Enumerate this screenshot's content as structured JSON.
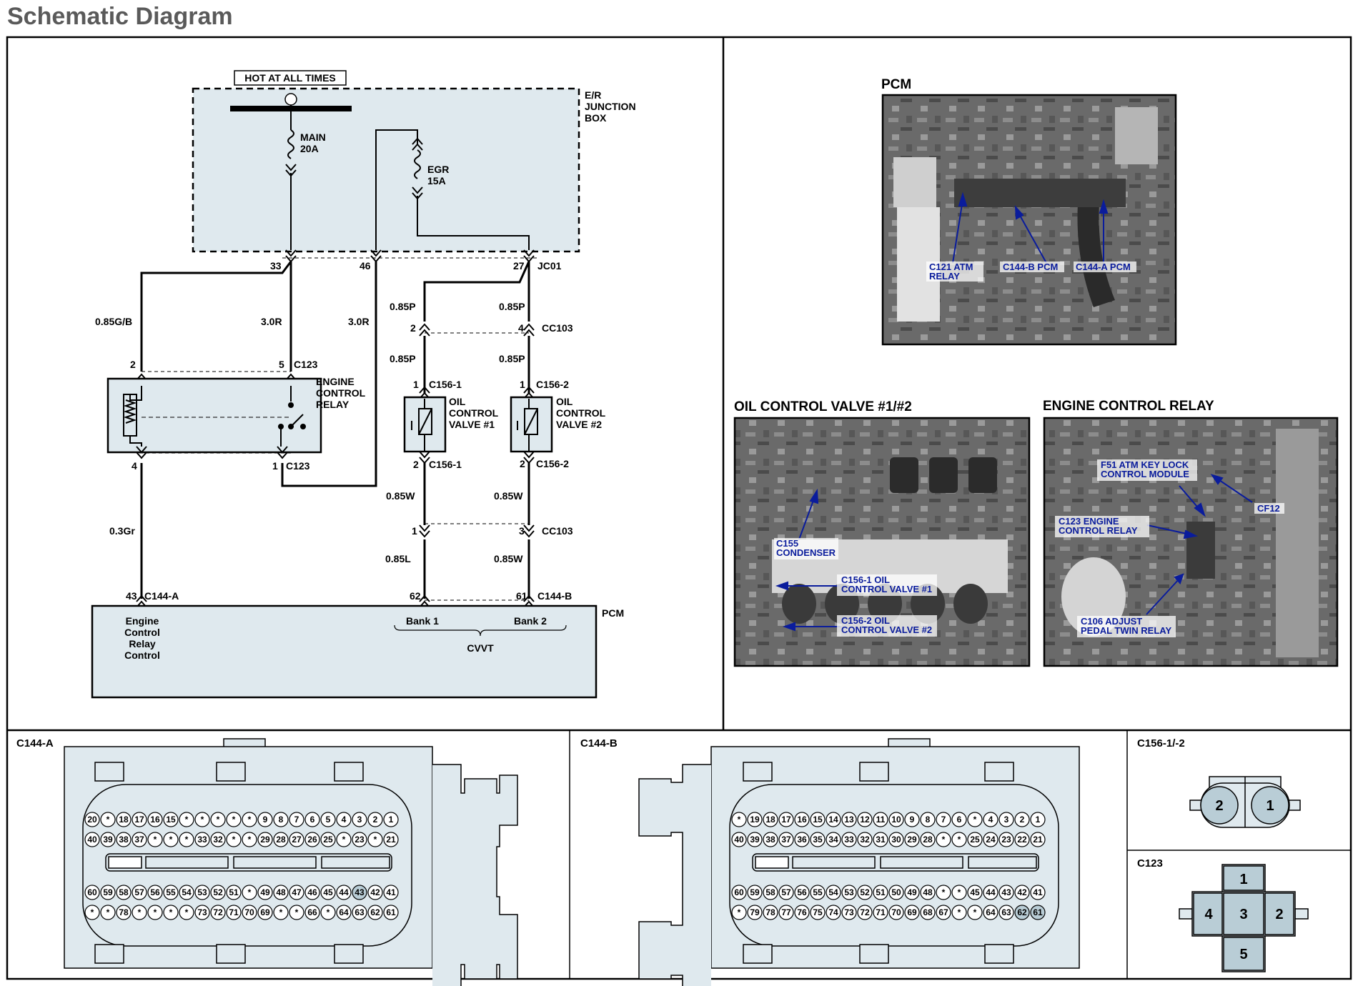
{
  "page": {
    "title": "Schematic Diagram"
  },
  "schematic": {
    "hot_at_all_times": "HOT AT ALL TIMES",
    "junction_box": [
      "E/R",
      "JUNCTION",
      "BOX"
    ],
    "main_fuse": [
      "MAIN",
      "20A"
    ],
    "egr_fuse": [
      "EGR",
      "15A"
    ],
    "jb_pins": {
      "p33": "33",
      "p46": "46",
      "p27": "27",
      "jc01": "JC01"
    },
    "wires": {
      "w_085gb": "0.85G/B",
      "w_30r_a": "3.0R",
      "w_30r_b": "3.0R",
      "w_085p_1": "0.85P",
      "w_085p_2": "0.85P",
      "w_085p_3": "0.85P",
      "w_085p_4": "0.85P",
      "w_03gr": "0.3Gr",
      "w_085w_1": "0.85W",
      "w_085w_2": "0.85W",
      "w_085w_3": "0.85W",
      "w_085l": "0.85L"
    },
    "relay": {
      "label": [
        "ENGINE",
        "CONTROL",
        "RELAY"
      ],
      "pin2": "2",
      "pin5": "5",
      "pin4": "4",
      "pin1": "1",
      "conn_top": "C123",
      "conn_bottom": "C123"
    },
    "cc103_top": {
      "pin2": "2",
      "pin4": "4",
      "name": "CC103"
    },
    "cc103_bottom": {
      "pin1": "1",
      "pin3": "3",
      "name": "CC103"
    },
    "ocv1": {
      "pin_top": "1",
      "conn_top": "C156-1",
      "label": [
        "OIL",
        "CONTROL",
        "VALVE #1"
      ],
      "pin_bottom": "2",
      "conn_bottom": "C156-1"
    },
    "ocv2": {
      "pin_top": "1",
      "conn_top": "C156-2",
      "label": [
        "OIL",
        "CONTROL",
        "VALVE #2"
      ],
      "pin_bottom": "2",
      "conn_bottom": "C156-2"
    },
    "pcm": {
      "label": "PCM",
      "pin43": "43",
      "conn_a": "C144-A",
      "pin62": "62",
      "pin61": "61",
      "conn_b": "C144-B",
      "ecr_control": [
        "Engine",
        "Control",
        "Relay",
        "Control"
      ],
      "bank1": "Bank 1",
      "bank2": "Bank 2",
      "cvvt": "CVVT"
    }
  },
  "photos": {
    "pcm": {
      "title": "PCM",
      "callouts": [
        "C121 ATM",
        "RELAY",
        "C144-B PCM",
        "C144-A PCM"
      ]
    },
    "ocv": {
      "title": "OIL CONTROL VALVE #1/#2",
      "callouts": [
        "C155",
        "CONDENSER",
        "C156-1 OIL",
        "CONTROL VALVE #1",
        "C156-2  OIL",
        "CONTROL VALVE #2"
      ]
    },
    "ecr": {
      "title": "ENGINE CONTROL RELAY",
      "callouts": [
        "F51 ATM KEY LOCK",
        "CONTROL MODULE",
        "CF12",
        "C123 ENGINE",
        "CONTROL RELAY",
        "C106 ADJUST",
        "PEDAL TWIN RELAY"
      ]
    }
  },
  "connectors": {
    "c144a": {
      "name": "C144-A",
      "rows": [
        [
          "20",
          "*",
          "18",
          "17",
          "16",
          "15",
          "*",
          "*",
          "*",
          "*",
          "*",
          "9",
          "8",
          "7",
          "6",
          "5",
          "4",
          "3",
          "2",
          "1"
        ],
        [
          "40",
          "39",
          "38",
          "37",
          "*",
          "*",
          "*",
          "33",
          "32",
          "*",
          "*",
          "29",
          "28",
          "27",
          "26",
          "25",
          "*",
          "23",
          "*",
          "21"
        ],
        [
          "60",
          "59",
          "58",
          "57",
          "56",
          "55",
          "54",
          "53",
          "52",
          "51",
          "*",
          "49",
          "48",
          "47",
          "46",
          "45",
          "44",
          "43",
          "42",
          "41"
        ],
        [
          "*",
          "*",
          "78",
          "*",
          "*",
          "*",
          "*",
          "73",
          "72",
          "71",
          "70",
          "69",
          "*",
          "*",
          "66",
          "*",
          "64",
          "63",
          "62",
          "61"
        ]
      ],
      "highlight": [
        "43"
      ]
    },
    "c144b": {
      "name": "C144-B",
      "rows": [
        [
          "*",
          "19",
          "18",
          "17",
          "16",
          "15",
          "14",
          "13",
          "12",
          "11",
          "10",
          "9",
          "8",
          "7",
          "6",
          "*",
          "4",
          "3",
          "2",
          "1"
        ],
        [
          "40",
          "39",
          "38",
          "37",
          "36",
          "35",
          "34",
          "33",
          "32",
          "31",
          "30",
          "29",
          "28",
          "*",
          "*",
          "25",
          "24",
          "23",
          "22",
          "21"
        ],
        [
          "60",
          "59",
          "58",
          "57",
          "56",
          "55",
          "54",
          "53",
          "52",
          "51",
          "50",
          "49",
          "48",
          "*",
          "*",
          "45",
          "44",
          "43",
          "42",
          "41"
        ],
        [
          "*",
          "79",
          "78",
          "77",
          "76",
          "75",
          "74",
          "73",
          "72",
          "71",
          "70",
          "69",
          "68",
          "67",
          "*",
          "*",
          "64",
          "63",
          "62",
          "61"
        ]
      ],
      "highlight": [
        "62",
        "61"
      ]
    },
    "c156": {
      "name": "C156-1/-2",
      "pins": [
        "2",
        "1"
      ]
    },
    "c123": {
      "name": "C123",
      "pins": [
        "1",
        "4",
        "3",
        "2",
        "5"
      ]
    }
  },
  "colors": {
    "panel_fill": "#dfe9ee",
    "callout_blue": "#0a1c9c",
    "pin_highlight": "#b9cdd6"
  }
}
